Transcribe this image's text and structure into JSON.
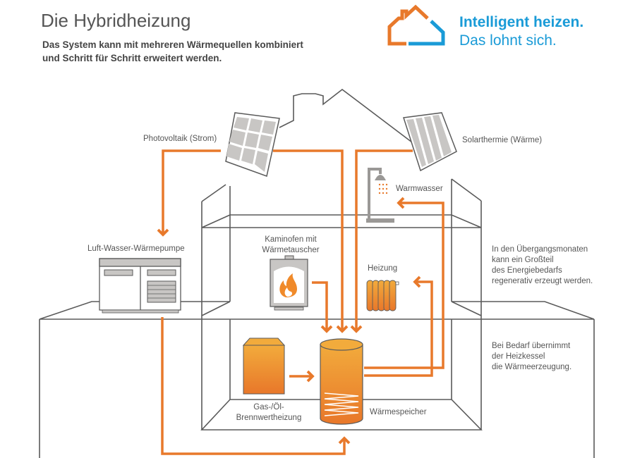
{
  "header": {
    "title": "Die Hybridheizung",
    "subtitle_line1": "Das System kann mit mehreren Wärmequellen kombiniert",
    "subtitle_line2": "und Schritt für Schritt erweitert werden."
  },
  "logo": {
    "tagline_bold": "Intelligent heizen.",
    "tagline": "Das lohnt sich.",
    "icon": "house-outline-icon",
    "color_orange": "#e8792b",
    "color_blue": "#1a9bd7"
  },
  "components": {
    "photovoltaik": "Photovoltaik (Strom)",
    "solarthermie": "Solarthermie (Wärme)",
    "warmwasser": "Warmwasser",
    "waermepumpe": "Luft-Wasser-Wärmepumpe",
    "kaminofen_line1": "Kaminofen mit",
    "kaminofen_line2": "Wärmetauscher",
    "heizung": "Heizung",
    "brennwert_line1": "Gas-/Öl-",
    "brennwert_line2": "Brennwertheizung",
    "waermespeicher": "Wärmespeicher"
  },
  "notes": {
    "uebergang": [
      "In den Übergangsmonaten",
      "kann ein Großteil",
      "des Energiebedarfs",
      "regenerativ erzeugt werden."
    ],
    "bedarf": [
      "Bei Bedarf übernimmt",
      "der Heizkessel",
      "die Wärmeerzeugung."
    ]
  },
  "colors": {
    "flow": "#e8792b",
    "outline": "#5a5a5a",
    "panel": "#c8c6c4",
    "fill_top": "#f2a93b",
    "fill_bottom": "#e8792b"
  }
}
